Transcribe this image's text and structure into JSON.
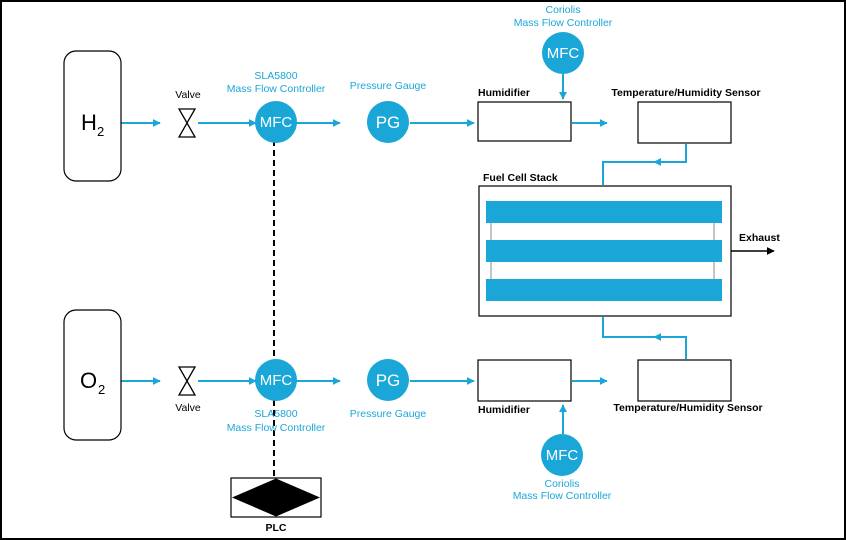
{
  "colors": {
    "pipe": "#1aa7d8",
    "text_blue": "#1aa7d8",
    "line": "#000000",
    "background": "#ffffff"
  },
  "h2_line": {
    "gas_base": "H",
    "gas_sub": "2",
    "valve_label": "Valve",
    "mfc_title_1": "SLA5800",
    "mfc_title_2": "Mass Flow Controller",
    "mfc_text": "MFC",
    "pg_text": "PG",
    "pg_label": "Pressure Gauge",
    "humidifier_label": "Humidifier",
    "coriolis_1": "Coriolis",
    "coriolis_2": "Mass Flow Controller",
    "coriolis_mfc_text": "MFC",
    "sensor_label": "Temperature/Humidity Sensor"
  },
  "o2_line": {
    "gas_base": "O",
    "gas_sub": "2",
    "valve_label": "Valve",
    "mfc_title_1": "SLA5800",
    "mfc_title_2": "Mass Flow Controller",
    "mfc_text": "MFC",
    "pg_text": "PG",
    "pg_label": "Pressure Gauge",
    "humidifier_label": "Humidifier",
    "coriolis_1": "Coriolis",
    "coriolis_2": "Mass Flow Controller",
    "coriolis_mfc_text": "MFC",
    "sensor_label": "Temperature/Humidity Sensor"
  },
  "stack": {
    "label": "Fuel Cell Stack",
    "exhaust_label": "Exhaust"
  },
  "plc": {
    "label": "PLC"
  }
}
